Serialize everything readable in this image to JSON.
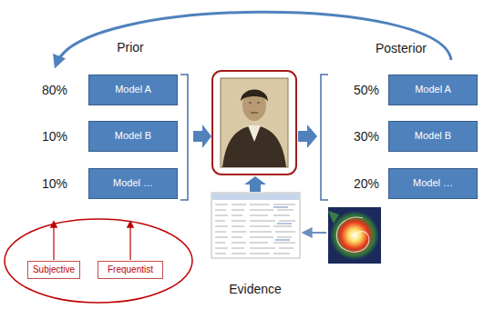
{
  "diagram": {
    "nodes": [
      {
        "text": [
          "Model A"
        ]
      },
      {
        "text": [
          "Model B"
        ]
      },
      {
        "text": [
          "Model …"
        ]
      },
      {
        "text": [
          "Model A"
        ]
      },
      {
        "text": [
          "Model B"
        ]
      },
      {
        "text": [
          "Model …"
        ]
      },
      {
        "text": [
          "Subjective"
        ]
      },
      {
        "text": [
          "Frequentist"
        ]
      }
    ],
    "labels": [
      "Prior",
      "80%",
      "10%",
      "10%",
      "Posterior",
      "50%",
      "30%",
      "20%",
      "Evidence"
    ]
  }
}
